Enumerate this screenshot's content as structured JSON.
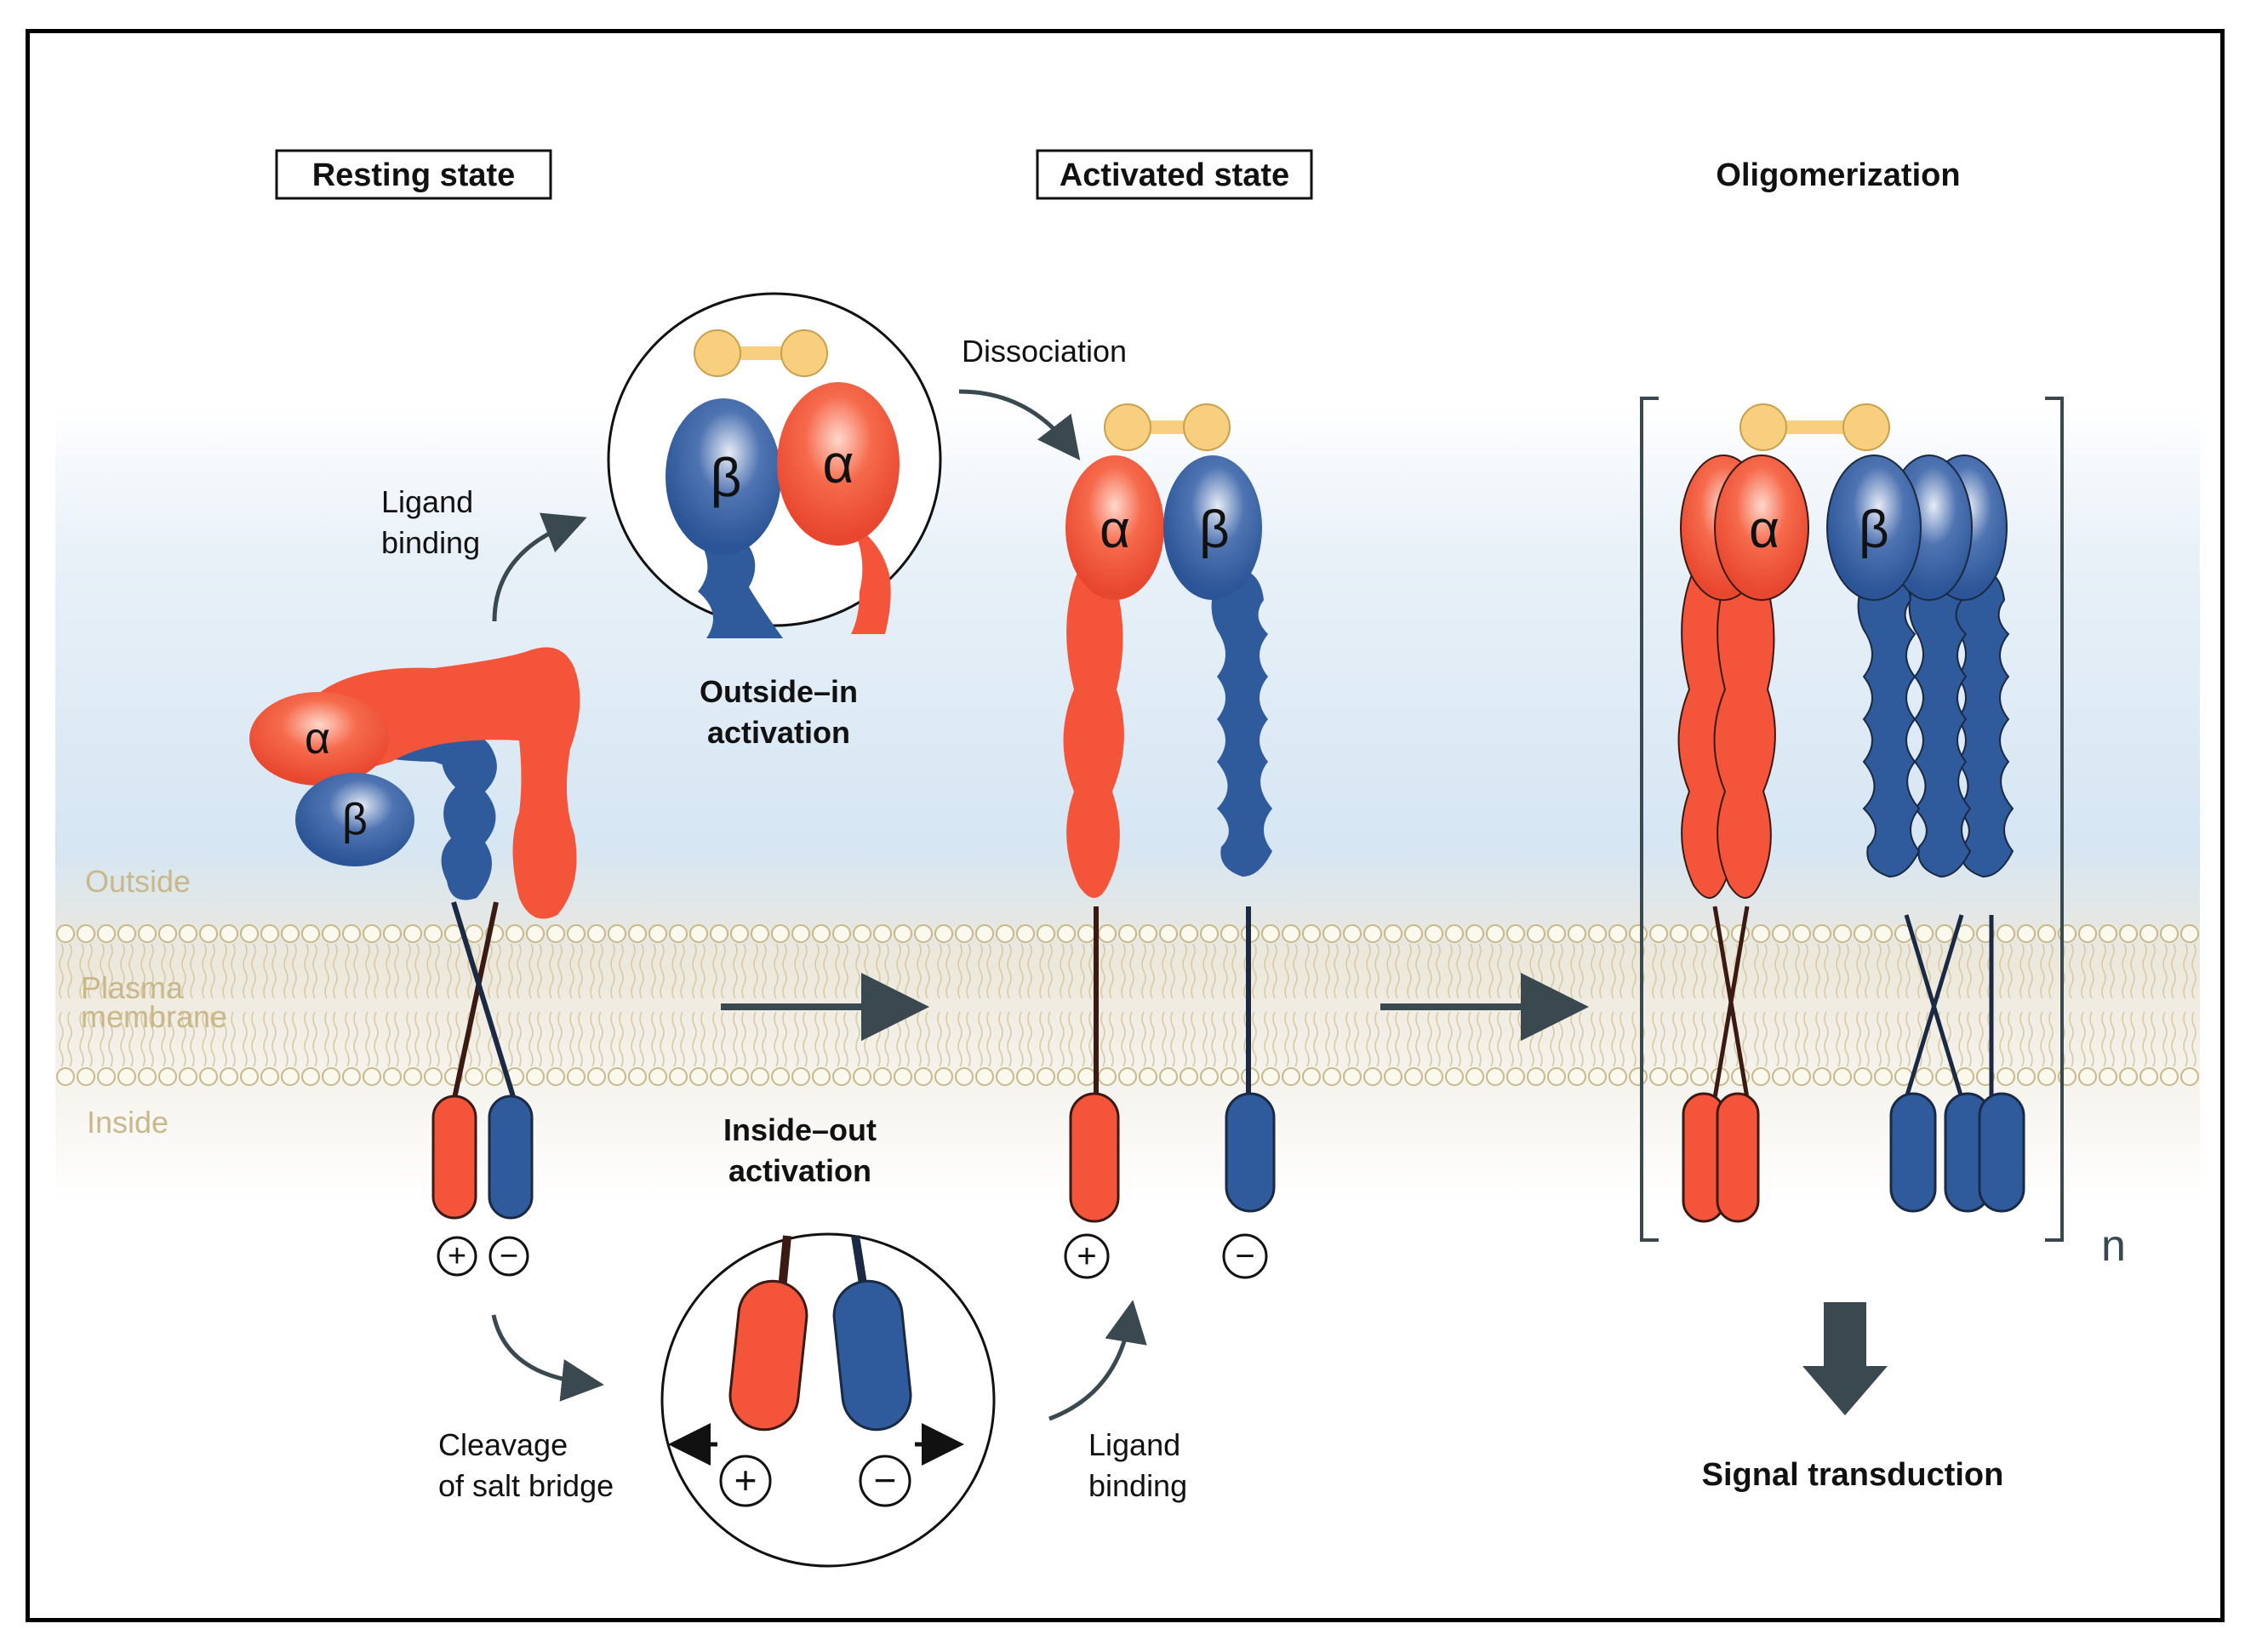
{
  "headers": {
    "resting": "Resting state",
    "activated": "Activated state",
    "oligomerization": "Oligomerization"
  },
  "regions": {
    "outside": "Outside",
    "plasma": "Plasma",
    "membrane": "membrane",
    "inside": "Inside"
  },
  "labels": {
    "ligand_binding_top_1": "Ligand",
    "ligand_binding_top_2": "binding",
    "dissociation": "Dissociation",
    "outside_in_1": "Outside–in",
    "outside_in_2": "activation",
    "inside_out_1": "Inside–out",
    "inside_out_2": "activation",
    "cleavage_1": "Cleavage",
    "cleavage_2": "of salt bridge",
    "ligand_binding_bottom_1": "Ligand",
    "ligand_binding_bottom_2": "binding",
    "signal_transduction": "Signal transduction",
    "n": "n"
  },
  "subunits": {
    "alpha": "α",
    "beta": "β"
  },
  "charges": {
    "plus": "+",
    "minus": "−"
  },
  "colors": {
    "alpha": "#f4553a",
    "beta": "#2f5a9c",
    "ligand": "#f8cf7f",
    "membrane_head": "#c9b98a",
    "arrow": "#3a4850",
    "outside_bg": "#dbe8f3",
    "inside_bg": "#ece6d6"
  }
}
